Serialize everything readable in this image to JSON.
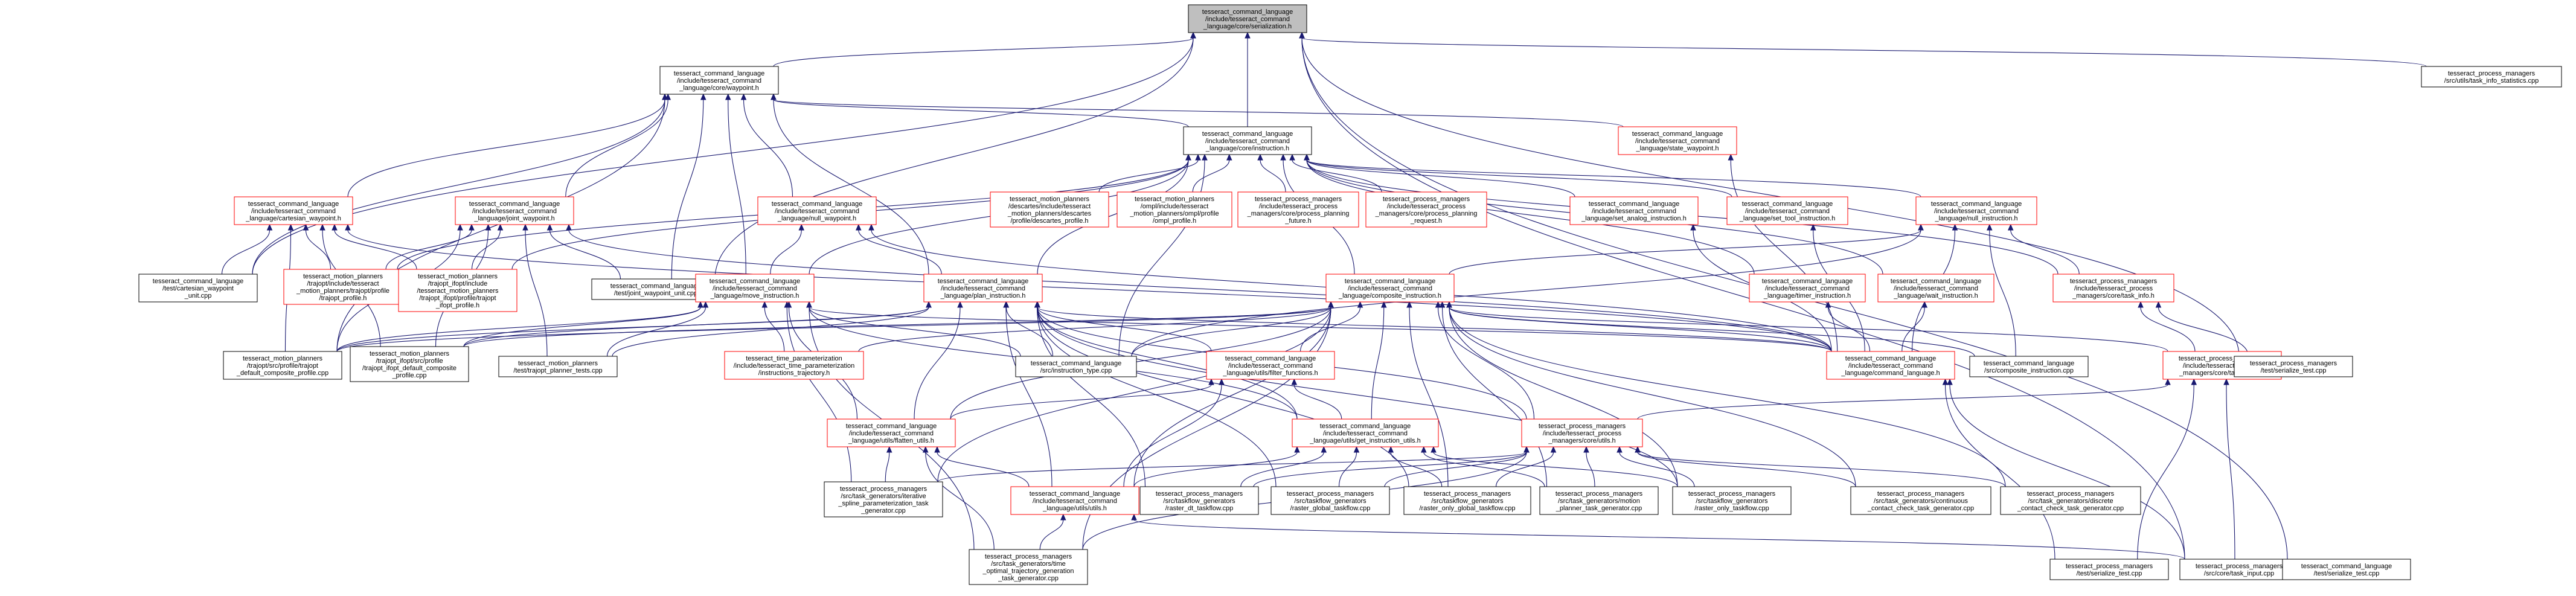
{
  "nodes": [
    {
      "id": "serialization",
      "lines": [
        "tesseract_command_language",
        "/include/tesseract_command",
        "_language/core/serialization.h"
      ],
      "style": "root"
    },
    {
      "id": "waypoint",
      "lines": [
        "tesseract_command_language",
        "/include/tesseract_command",
        "_language/core/waypoint.h"
      ],
      "style": "black"
    },
    {
      "id": "task_info_stats",
      "lines": [
        "tesseract_process_managers",
        "/src/utils/task_info_statistics.cpp"
      ],
      "style": "black"
    },
    {
      "id": "instruction",
      "lines": [
        "tesseract_command_language",
        "/include/tesseract_command",
        "_language/core/instruction.h"
      ],
      "style": "black"
    },
    {
      "id": "state_waypoint",
      "lines": [
        "tesseract_command_language",
        "/include/tesseract_command",
        "_language/state_waypoint.h"
      ],
      "style": "red"
    },
    {
      "id": "cartesian_waypoint",
      "lines": [
        "tesseract_command_language",
        "/include/tesseract_command",
        "_language/cartesian_waypoint.h"
      ],
      "style": "red"
    },
    {
      "id": "joint_waypoint",
      "lines": [
        "tesseract_command_language",
        "/include/tesseract_command",
        "_language/joint_waypoint.h"
      ],
      "style": "red"
    },
    {
      "id": "null_waypoint",
      "lines": [
        "tesseract_command_language",
        "/include/tesseract_command",
        "_language/null_waypoint.h"
      ],
      "style": "red"
    },
    {
      "id": "descartes_profile",
      "lines": [
        "tesseract_motion_planners",
        "/descartes/include/tesseract",
        "_motion_planners/descartes",
        "/profile/descartes_profile.h"
      ],
      "style": "red"
    },
    {
      "id": "ompl_profile",
      "lines": [
        "tesseract_motion_planners",
        "/ompl/include/tesseract",
        "_motion_planners/ompl/profile",
        "/ompl_profile.h"
      ],
      "style": "red"
    },
    {
      "id": "planning_future",
      "lines": [
        "tesseract_process_managers",
        "/include/tesseract_process",
        "_managers/core/process_planning",
        "_future.h"
      ],
      "style": "red"
    },
    {
      "id": "planning_request",
      "lines": [
        "tesseract_process_managers",
        "/include/tesseract_process",
        "_managers/core/process_planning",
        "_request.h"
      ],
      "style": "red"
    },
    {
      "id": "set_analog",
      "lines": [
        "tesseract_command_language",
        "/include/tesseract_command",
        "_language/set_analog_instruction.h"
      ],
      "style": "red"
    },
    {
      "id": "set_tool",
      "lines": [
        "tesseract_command_language",
        "/include/tesseract_command",
        "_language/set_tool_instruction.h"
      ],
      "style": "red"
    },
    {
      "id": "null_instruction",
      "lines": [
        "tesseract_command_language",
        "/include/tesseract_command",
        "_language/null_instruction.h"
      ],
      "style": "red"
    },
    {
      "id": "cartesian_waypoint_unit",
      "lines": [
        "tesseract_command_language",
        "/test/cartesian_waypoint",
        "_unit.cpp"
      ],
      "style": "black"
    },
    {
      "id": "trajopt_profile",
      "lines": [
        "tesseract_motion_planners",
        "/trajopt/include/tesseract",
        "_motion_planners/trajopt/profile",
        "/trajopt_profile.h"
      ],
      "style": "red"
    },
    {
      "id": "trajopt_ifopt_profile",
      "lines": [
        "tesseract_motion_planners",
        "/trajopt_ifopt/include",
        "/tesseract_motion_planners",
        "/trajopt_ifopt/profile/trajopt",
        "_ifopt_profile.h"
      ],
      "style": "red"
    },
    {
      "id": "joint_waypoint_unit",
      "lines": [
        "tesseract_command_language",
        "/test/joint_waypoint_unit.cpp"
      ],
      "style": "black"
    },
    {
      "id": "move_instruction",
      "lines": [
        "tesseract_command_language",
        "/include/tesseract_command",
        "_language/move_instruction.h"
      ],
      "style": "red"
    },
    {
      "id": "plan_instruction",
      "lines": [
        "tesseract_command_language",
        "/include/tesseract_command",
        "_language/plan_instruction.h"
      ],
      "style": "red"
    },
    {
      "id": "composite_instruction",
      "lines": [
        "tesseract_command_language",
        "/include/tesseract_command",
        "_language/composite_instruction.h"
      ],
      "style": "red"
    },
    {
      "id": "timer_instruction",
      "lines": [
        "tesseract_command_language",
        "/include/tesseract_command",
        "_language/timer_instruction.h"
      ],
      "style": "red"
    },
    {
      "id": "wait_instruction",
      "lines": [
        "tesseract_command_language",
        "/include/tesseract_command",
        "_language/wait_instruction.h"
      ],
      "style": "red"
    },
    {
      "id": "task_info",
      "lines": [
        "tesseract_process_managers",
        "/include/tesseract_process",
        "_managers/core/task_info.h"
      ],
      "style": "red"
    },
    {
      "id": "trajopt_default_composite",
      "lines": [
        "tesseract_motion_planners",
        "/trajopt/src/profile/trajopt",
        "_default_composite_profile.cpp"
      ],
      "style": "black"
    },
    {
      "id": "trajopt_ifopt_default_composite",
      "lines": [
        "tesseract_motion_planners",
        "/trajopt_ifopt/src/profile",
        "/trajopt_ifopt_default_composite",
        "_profile.cpp"
      ],
      "style": "black"
    },
    {
      "id": "trajopt_planner_tests",
      "lines": [
        "tesseract_motion_planners",
        "/test/trajopt_planner_tests.cpp"
      ],
      "style": "black"
    },
    {
      "id": "instructions_trajectory",
      "lines": [
        "tesseract_time_parameterization",
        "/include/tesseract_time_parameterization",
        "/instructions_trajectory.h"
      ],
      "style": "red"
    },
    {
      "id": "instruction_type",
      "lines": [
        "tesseract_command_language",
        "/src/instruction_type.cpp"
      ],
      "style": "black"
    },
    {
      "id": "filter_functions",
      "lines": [
        "tesseract_command_language",
        "/include/tesseract_command",
        "_language/utils/filter_functions.h"
      ],
      "style": "red"
    },
    {
      "id": "command_language",
      "lines": [
        "tesseract_command_language",
        "/include/tesseract_command",
        "_language/command_language.h"
      ],
      "style": "red"
    },
    {
      "id": "composite_instruction_cpp",
      "lines": [
        "tesseract_command_language",
        "/src/composite_instruction.cpp"
      ],
      "style": "black"
    },
    {
      "id": "task_input",
      "lines": [
        "tesseract_process_managers",
        "/include/tesseract_process",
        "_managers/core/task_input.h"
      ],
      "style": "red"
    },
    {
      "id": "serialize_test",
      "lines": [
        "tesseract_process_managers",
        "/test/serialize_test.cpp"
      ],
      "style": "black"
    },
    {
      "id": "flatten_utils",
      "lines": [
        "tesseract_command_language",
        "/include/tesseract_command",
        "_language/utils/flatten_utils.h"
      ],
      "style": "red"
    },
    {
      "id": "get_instruction_utils",
      "lines": [
        "tesseract_command_language",
        "/include/tesseract_command",
        "_language/utils/get_instruction_utils.h"
      ],
      "style": "red"
    },
    {
      "id": "core_utils",
      "lines": [
        "tesseract_process_managers",
        "/include/tesseract_process",
        "_managers/core/utils.h"
      ],
      "style": "red"
    },
    {
      "id": "iterative_spline",
      "lines": [
        "tesseract_process_managers",
        "/src/task_generators/iterative",
        "_spline_parameterization_task",
        "_generator.cpp"
      ],
      "style": "black"
    },
    {
      "id": "utils_h",
      "lines": [
        "tesseract_command_language",
        "/include/tesseract_command",
        "_language/utils/utils.h"
      ],
      "style": "red"
    },
    {
      "id": "raster_dt",
      "lines": [
        "tesseract_process_managers",
        "/src/taskflow_generators",
        "/raster_dt_taskflow.cpp"
      ],
      "style": "black"
    },
    {
      "id": "raster_global",
      "lines": [
        "tesseract_process_managers",
        "/src/taskflow_generators",
        "/raster_global_taskflow.cpp"
      ],
      "style": "black"
    },
    {
      "id": "raster_only_global",
      "lines": [
        "tesseract_process_managers",
        "/src/taskflow_generators",
        "/raster_only_global_taskflow.cpp"
      ],
      "style": "black"
    },
    {
      "id": "motion_planner_task",
      "lines": [
        "tesseract_process_managers",
        "/src/task_generators/motion",
        "_planner_task_generator.cpp"
      ],
      "style": "black"
    },
    {
      "id": "raster_only",
      "lines": [
        "tesseract_process_managers",
        "/src/taskflow_generators",
        "/raster_only_taskflow.cpp"
      ],
      "style": "black"
    },
    {
      "id": "continuous_contact",
      "lines": [
        "tesseract_process_managers",
        "/src/task_generators/continuous",
        "_contact_check_task_generator.cpp"
      ],
      "style": "black"
    },
    {
      "id": "discrete_contact",
      "lines": [
        "tesseract_process_managers",
        "/src/task_generators/discrete",
        "_contact_check_task_generator.cpp"
      ],
      "style": "black"
    },
    {
      "id": "serialize_test_cl",
      "lines": [
        "tesseract_process_managers",
        "/test/serialize_test.cpp"
      ],
      "style": "black"
    },
    {
      "id": "time_optimal",
      "lines": [
        "tesseract_process_managers",
        "/src/task_generators/time",
        "_optimal_trajectory_generation",
        "_task_generator.cpp"
      ],
      "style": "black"
    },
    {
      "id": "task_input_cpp",
      "lines": [
        "tesseract_process_managers",
        "/src/core/task_input.cpp"
      ],
      "style": "black"
    },
    {
      "id": "serialize_test_cmd",
      "lines": [
        "tesseract_command_language",
        "/test/serialize_test.cpp"
      ],
      "style": "black"
    }
  ],
  "edges": [
    [
      "waypoint",
      "serialization"
    ],
    [
      "instruction",
      "serialization"
    ],
    [
      "task_info_stats",
      "serialization"
    ],
    [
      "cartesian_waypoint_unit",
      "serialization"
    ],
    [
      "joint_waypoint_unit",
      "serialization"
    ],
    [
      "task_input_cpp",
      "serialization"
    ],
    [
      "serialize_test_cmd",
      "serialization"
    ],
    [
      "serialize_test",
      "serialization"
    ],
    [
      "instruction",
      "waypoint"
    ],
    [
      "state_waypoint",
      "waypoint"
    ],
    [
      "cartesian_waypoint",
      "waypoint"
    ],
    [
      "joint_waypoint",
      "waypoint"
    ],
    [
      "null_waypoint",
      "waypoint"
    ],
    [
      "move_instruction",
      "waypoint"
    ],
    [
      "plan_instruction",
      "waypoint"
    ],
    [
      "cartesian_waypoint_unit",
      "waypoint"
    ],
    [
      "joint_waypoint_unit",
      "waypoint"
    ],
    [
      "trajopt_default_composite",
      "waypoint"
    ],
    [
      "descartes_profile",
      "instruction"
    ],
    [
      "ompl_profile",
      "instruction"
    ],
    [
      "planning_future",
      "instruction"
    ],
    [
      "planning_request",
      "instruction"
    ],
    [
      "set_analog",
      "instruction"
    ],
    [
      "set_tool",
      "instruction"
    ],
    [
      "null_instruction",
      "instruction"
    ],
    [
      "timer_instruction",
      "instruction"
    ],
    [
      "wait_instruction",
      "instruction"
    ],
    [
      "move_instruction",
      "instruction"
    ],
    [
      "plan_instruction",
      "instruction"
    ],
    [
      "composite_instruction",
      "instruction"
    ],
    [
      "task_info",
      "instruction"
    ],
    [
      "trajopt_profile",
      "instruction"
    ],
    [
      "trajopt_ifopt_profile",
      "instruction"
    ],
    [
      "instruction_type",
      "instruction"
    ],
    [
      "cartesian_waypoint_unit",
      "cartesian_waypoint"
    ],
    [
      "trajopt_profile",
      "cartesian_waypoint"
    ],
    [
      "trajopt_ifopt_profile",
      "cartesian_waypoint"
    ],
    [
      "trajopt_default_composite",
      "cartesian_waypoint"
    ],
    [
      "trajopt_ifopt_default_composite",
      "cartesian_waypoint"
    ],
    [
      "command_language",
      "cartesian_waypoint"
    ],
    [
      "trajopt_profile",
      "joint_waypoint"
    ],
    [
      "trajopt_ifopt_profile",
      "joint_waypoint"
    ],
    [
      "joint_waypoint_unit",
      "joint_waypoint"
    ],
    [
      "trajopt_default_composite",
      "joint_waypoint"
    ],
    [
      "trajopt_ifopt_default_composite",
      "joint_waypoint"
    ],
    [
      "trajopt_planner_tests",
      "joint_waypoint"
    ],
    [
      "command_language",
      "joint_waypoint"
    ],
    [
      "move_instruction",
      "null_waypoint"
    ],
    [
      "plan_instruction",
      "null_waypoint"
    ],
    [
      "command_language",
      "null_waypoint"
    ],
    [
      "command_language",
      "state_waypoint"
    ],
    [
      "composite_instruction",
      "null_instruction"
    ],
    [
      "command_language",
      "null_instruction"
    ],
    [
      "composite_instruction_cpp",
      "null_instruction"
    ],
    [
      "task_info",
      "null_instruction"
    ],
    [
      "instruction_type",
      "null_instruction"
    ],
    [
      "command_language",
      "set_analog"
    ],
    [
      "command_language",
      "set_tool"
    ],
    [
      "command_language",
      "timer_instruction"
    ],
    [
      "command_language",
      "wait_instruction"
    ],
    [
      "trajopt_default_composite",
      "move_instruction"
    ],
    [
      "trajopt_ifopt_default_composite",
      "move_instruction"
    ],
    [
      "instructions_trajectory",
      "move_instruction"
    ],
    [
      "flatten_utils",
      "move_instruction"
    ],
    [
      "get_instruction_utils",
      "move_instruction"
    ],
    [
      "command_language",
      "move_instruction"
    ],
    [
      "iterative_spline",
      "move_instruction"
    ],
    [
      "time_optimal",
      "move_instruction"
    ],
    [
      "trajopt_planner_tests",
      "move_instruction"
    ],
    [
      "instruction_type",
      "move_instruction"
    ],
    [
      "trajopt_default_composite",
      "plan_instruction"
    ],
    [
      "trajopt_ifopt_default_composite",
      "plan_instruction"
    ],
    [
      "filter_functions",
      "plan_instruction"
    ],
    [
      "flatten_utils",
      "plan_instruction"
    ],
    [
      "get_instruction_utils",
      "plan_instruction"
    ],
    [
      "utils_h",
      "plan_instruction"
    ],
    [
      "command_language",
      "plan_instruction"
    ],
    [
      "instruction_type",
      "plan_instruction"
    ],
    [
      "raster_dt",
      "plan_instruction"
    ],
    [
      "raster_global",
      "plan_instruction"
    ],
    [
      "raster_only_global",
      "plan_instruction"
    ],
    [
      "raster_only",
      "plan_instruction"
    ],
    [
      "core_utils",
      "plan_instruction"
    ],
    [
      "trajopt_planner_tests",
      "plan_instruction"
    ],
    [
      "instructions_trajectory",
      "composite_instruction"
    ],
    [
      "filter_functions",
      "composite_instruction"
    ],
    [
      "flatten_utils",
      "composite_instruction"
    ],
    [
      "get_instruction_utils",
      "composite_instruction"
    ],
    [
      "utils_h",
      "composite_instruction"
    ],
    [
      "command_language",
      "composite_instruction"
    ],
    [
      "composite_instruction_cpp",
      "composite_instruction"
    ],
    [
      "task_input",
      "composite_instruction"
    ],
    [
      "core_utils",
      "composite_instruction"
    ],
    [
      "trajopt_default_composite",
      "composite_instruction"
    ],
    [
      "trajopt_ifopt_default_composite",
      "composite_instruction"
    ],
    [
      "instruction_type",
      "composite_instruction"
    ],
    [
      "continuous_contact",
      "composite_instruction"
    ],
    [
      "discrete_contact",
      "composite_instruction"
    ],
    [
      "motion_planner_task",
      "composite_instruction"
    ],
    [
      "raster_only",
      "composite_instruction"
    ],
    [
      "raster_only_global",
      "composite_instruction"
    ],
    [
      "iterative_spline",
      "composite_instruction"
    ],
    [
      "time_optimal",
      "composite_instruction"
    ],
    [
      "task_input",
      "task_info"
    ],
    [
      "serialize_test",
      "task_info"
    ],
    [
      "core_utils",
      "task_input"
    ],
    [
      "task_input_cpp",
      "task_input"
    ],
    [
      "serialize_test_cl",
      "task_input"
    ],
    [
      "flatten_utils",
      "filter_functions"
    ],
    [
      "get_instruction_utils",
      "filter_functions"
    ],
    [
      "utils_h",
      "filter_functions"
    ],
    [
      "iterative_spline",
      "flatten_utils"
    ],
    [
      "time_optimal",
      "flatten_utils"
    ],
    [
      "utils_h",
      "flatten_utils"
    ],
    [
      "utils_h",
      "get_instruction_utils"
    ],
    [
      "raster_dt",
      "get_instruction_utils"
    ],
    [
      "raster_global",
      "get_instruction_utils"
    ],
    [
      "raster_only_global",
      "get_instruction_utils"
    ],
    [
      "raster_only",
      "get_instruction_utils"
    ],
    [
      "motion_planner_task",
      "get_instruction_utils"
    ],
    [
      "raster_dt",
      "core_utils"
    ],
    [
      "raster_global",
      "core_utils"
    ],
    [
      "raster_only_global",
      "core_utils"
    ],
    [
      "motion_planner_task",
      "core_utils"
    ],
    [
      "raster_only",
      "core_utils"
    ],
    [
      "continuous_contact",
      "core_utils"
    ],
    [
      "discrete_contact",
      "core_utils"
    ],
    [
      "iterative_spline",
      "core_utils"
    ],
    [
      "time_optimal",
      "core_utils"
    ],
    [
      "time_optimal",
      "utils_h"
    ],
    [
      "task_input_cpp",
      "utils_h"
    ],
    [
      "serialize_test_cl",
      "command_language"
    ],
    [
      "task_input_cpp",
      "command_language"
    ]
  ]
}
